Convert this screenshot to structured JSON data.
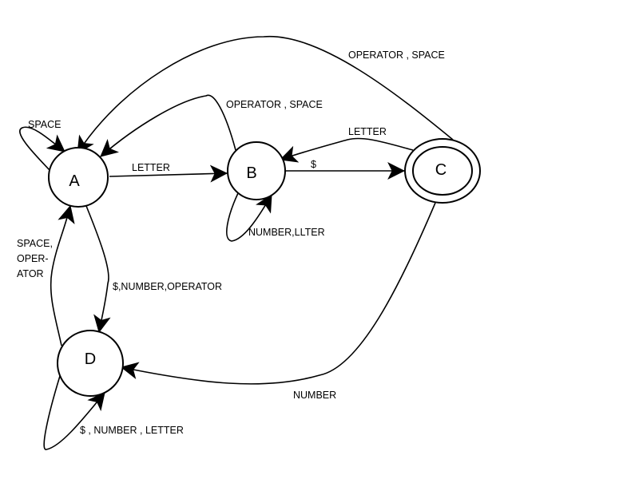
{
  "states": {
    "A": "A",
    "B": "B",
    "C": "C",
    "D": "D"
  },
  "edges": {
    "a_self": "SPACE",
    "a_to_b": "LETTER",
    "b_to_a": "OPERATOR , SPACE",
    "b_self": "NUMBER,LLTER",
    "b_to_c": "$",
    "c_to_b": "LETTER",
    "c_to_a": "OPERATOR , SPACE",
    "a_to_d": "$,NUMBER,OPERATOR",
    "d_to_a": [
      "SPACE,",
      "OPER-",
      "ATOR"
    ],
    "d_self": "$ , NUMBER , LETTER",
    "c_to_d": "NUMBER"
  },
  "accepting_states": [
    "C"
  ]
}
